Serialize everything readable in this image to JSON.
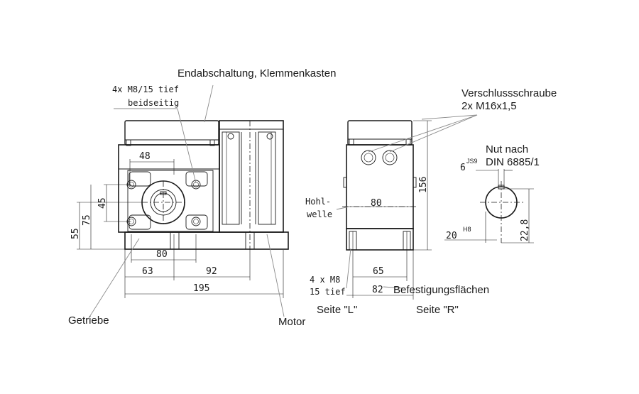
{
  "labels": {
    "top_label": "Endabschaltung, Klemmenkasten",
    "bolt_line1": "4x M8/15 tief",
    "bolt_line2": "beidseitig",
    "screw_line1": "Verschlussschraube",
    "screw_line2": "2x M16x1,5",
    "groove_line1": "Nut nach",
    "groove_line2": "DIN 6885/1",
    "hollow1": "Hohl-",
    "hollow2": "welle",
    "mount_line1": "4 x M8",
    "mount_line2": "15 tief",
    "mount_faces": "Befestigungsflächen",
    "gearbox": "Getriebe",
    "motor": "Motor",
    "side_l": "Seite \"L\"",
    "side_r": "Seite \"R\""
  },
  "dims": {
    "d48": "48",
    "d45": "45",
    "d55": "55",
    "d75": "75",
    "d80a": "80",
    "d63": "63",
    "d92": "92",
    "d195": "195",
    "d80b": "80",
    "d65": "65",
    "d82": "82",
    "d156": "156",
    "d6": "6",
    "d6tol": "JS9",
    "d20": "20",
    "d20tol": "H8",
    "d22_8": "22,8"
  }
}
